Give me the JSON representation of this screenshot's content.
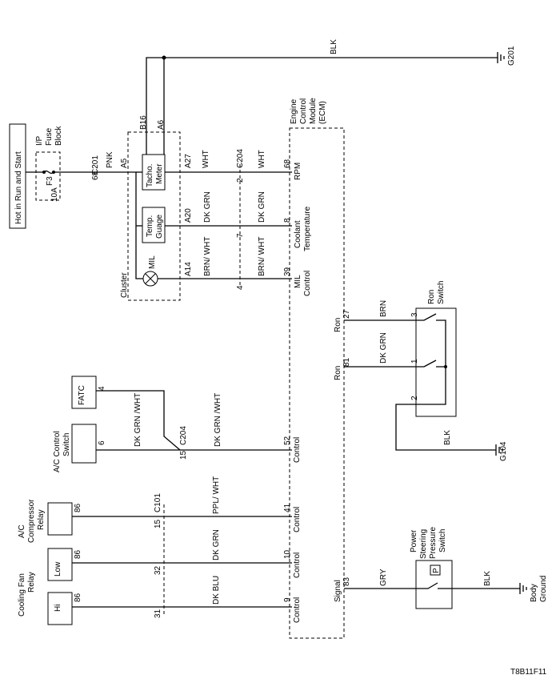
{
  "power_label": "Hot in Run and Start",
  "fuse_block": {
    "title": "I/P Fuse Block",
    "fuse_name": "F3",
    "rating": "10A",
    "pin": "68",
    "connector": "C201"
  },
  "ground_g201": {
    "wire": "BLK",
    "name": "G201"
  },
  "cluster": {
    "label": "Cluster",
    "pin_b16": "B16",
    "pin_a6": "A6",
    "pin_a5": "A5",
    "tacho": "Tacho. Meter",
    "temp": "Temp. Guage",
    "mil": "MIL",
    "pin_a27": "A27",
    "pin_a20": "A20",
    "pin_a14": "A14"
  },
  "wires": {
    "pnk": "PNK",
    "wht1": "WHT",
    "wht2": "WHT",
    "dkgrn1": "DK GRN",
    "dkgrn2": "DK GRN",
    "brnwht1": "BRN/ WHT",
    "brnwht2": "BRN/ WHT",
    "dkgrnwht1": "DK GRN /WHT",
    "dkgrnwht2": "DK GRN /WHT",
    "pplwht": "PPL/ WHT",
    "dkgrn3": "DK GRN",
    "dkblu": "DK BLU",
    "brn_ron": "BRN",
    "dkgrn_ron": "DK GRN",
    "blk_g104": "BLK",
    "gry": "GRY",
    "blk_body": "BLK"
  },
  "c204": {
    "label": "C204",
    "pin2": "2",
    "pin7": "7",
    "pin4": "4",
    "pin15": "15"
  },
  "ecm": {
    "title": "Engine Control Module (ECM)",
    "pin68": "68",
    "rpm": "RPM",
    "pin8": "8",
    "coolant": "Coolant Temperature",
    "pin39": "39",
    "mil_control": "MIL Control",
    "pin27": "27",
    "ron1": "Ron",
    "pin81": "81",
    "ron2": "Ron",
    "pin52": "52",
    "ctrl52": "Control",
    "pin41": "41",
    "ctrl41": "Control",
    "pin10": "10",
    "ctrl10": "Control",
    "pin9": "9",
    "ctrl9": "Control",
    "pin83": "83",
    "signal": "Signal"
  },
  "ron_switch": {
    "label": "Ron Switch",
    "pin3": "3",
    "pin1": "1",
    "pin2": "2"
  },
  "ground_g104": {
    "name": "G104"
  },
  "fatc": {
    "label": "FATC",
    "pin": "4"
  },
  "ac_switch": {
    "label": "A/C Control Switch",
    "pin": "6"
  },
  "ac_relay": {
    "label": "A/C Compressor Relay",
    "pin": "86"
  },
  "c101": {
    "label": "C101",
    "pin15": "15",
    "pin32": "32",
    "pin31": "31"
  },
  "fan_relay": {
    "label": "Cooling Fan Relay",
    "low": "Low",
    "hi": "Hi",
    "pin_low": "86",
    "pin_hi": "86"
  },
  "ps_switch": {
    "label": "Power Steering Pressure Switch",
    "p": "P"
  },
  "body_ground": {
    "label": "Body Ground"
  },
  "figure_code": "T8B11F11"
}
